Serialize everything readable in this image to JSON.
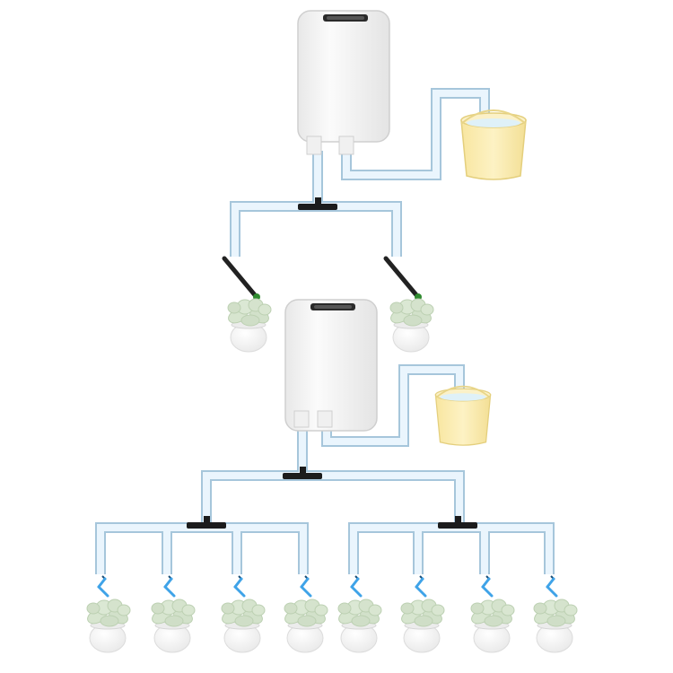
{
  "diagram": {
    "kind": "drip irrigation setup illustration",
    "colors": {
      "background": "#ffffff",
      "tube_fill": "#e9f5fd",
      "tube_stroke": "#a7c8dd",
      "connector": "#1a1a1a",
      "pump_body": "#f5f5f5",
      "pump_stroke": "#d0d0d0",
      "bucket": "#fbeeb2",
      "bucket_stroke": "#e9d88a",
      "water": "#d9f0fa",
      "stake_dark": "#222222",
      "stake_tip_green": "#2f8a2f",
      "dripper_blue": "#3fa3e8",
      "pot": "#fafafa",
      "leaf": "#d6e4cf",
      "leaf_stroke": "#b8ccae"
    },
    "icons": {
      "pump": "water-pump-icon",
      "bucket": "water-bucket-icon",
      "plant": "potted-plant-icon",
      "connector": "tee-connector-icon",
      "stake": "drip-stake-icon"
    },
    "systems": [
      {
        "id": "top",
        "plant_count": 2,
        "stake_color": "dark"
      },
      {
        "id": "bottom",
        "plant_count": 8,
        "stake_color": "blue"
      }
    ]
  }
}
